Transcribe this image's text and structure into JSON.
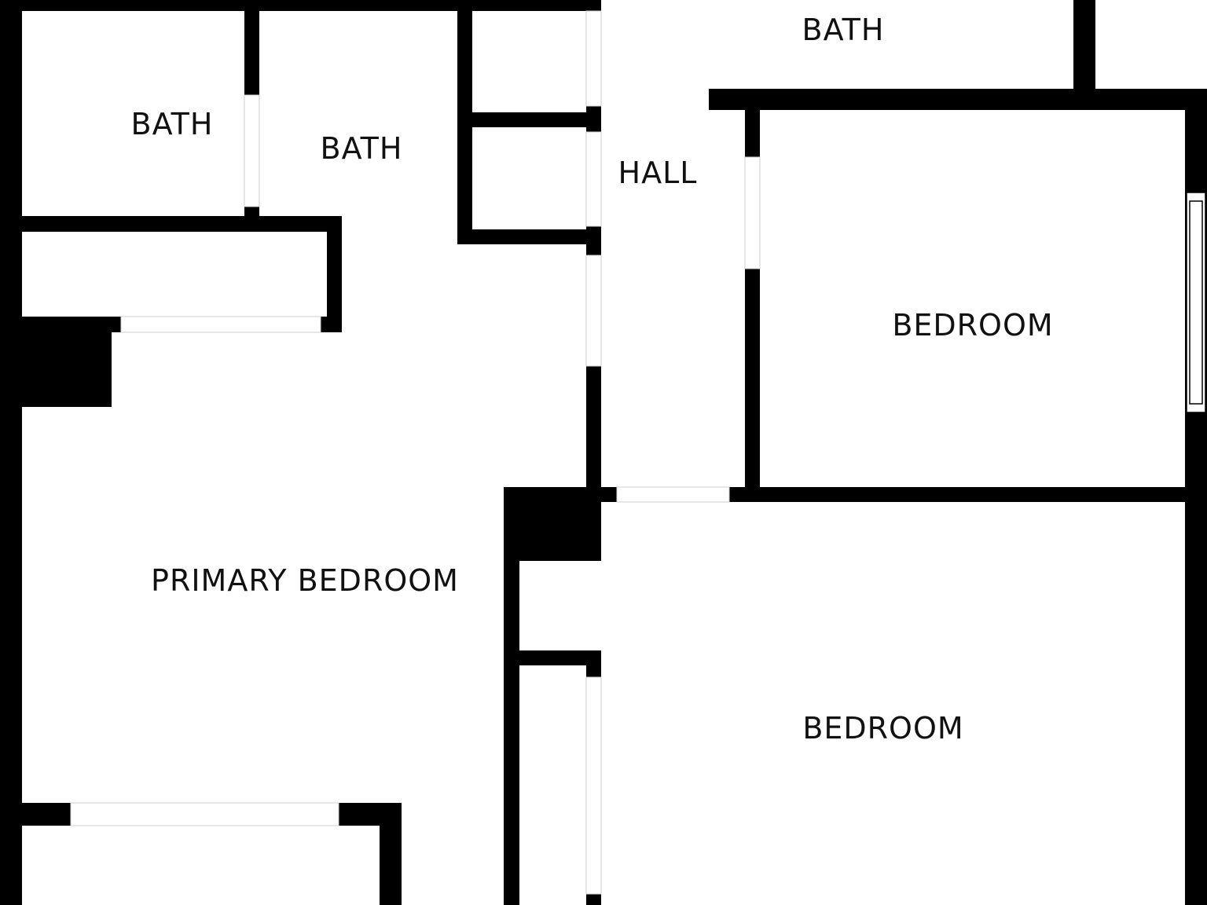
{
  "plan": {
    "colors": {
      "wall": "#000000",
      "floor": "#ffffff",
      "text": "#111111"
    },
    "rooms": [
      {
        "id": "bath-1",
        "label": "BATH"
      },
      {
        "id": "bath-2",
        "label": "BATH"
      },
      {
        "id": "bath-3",
        "label": "BATH"
      },
      {
        "id": "hall",
        "label": "HALL"
      },
      {
        "id": "bedroom-1",
        "label": "BEDROOM"
      },
      {
        "id": "primary-bedroom",
        "label": "PRIMARY BEDROOM"
      },
      {
        "id": "bedroom-2",
        "label": "BEDROOM"
      }
    ]
  }
}
